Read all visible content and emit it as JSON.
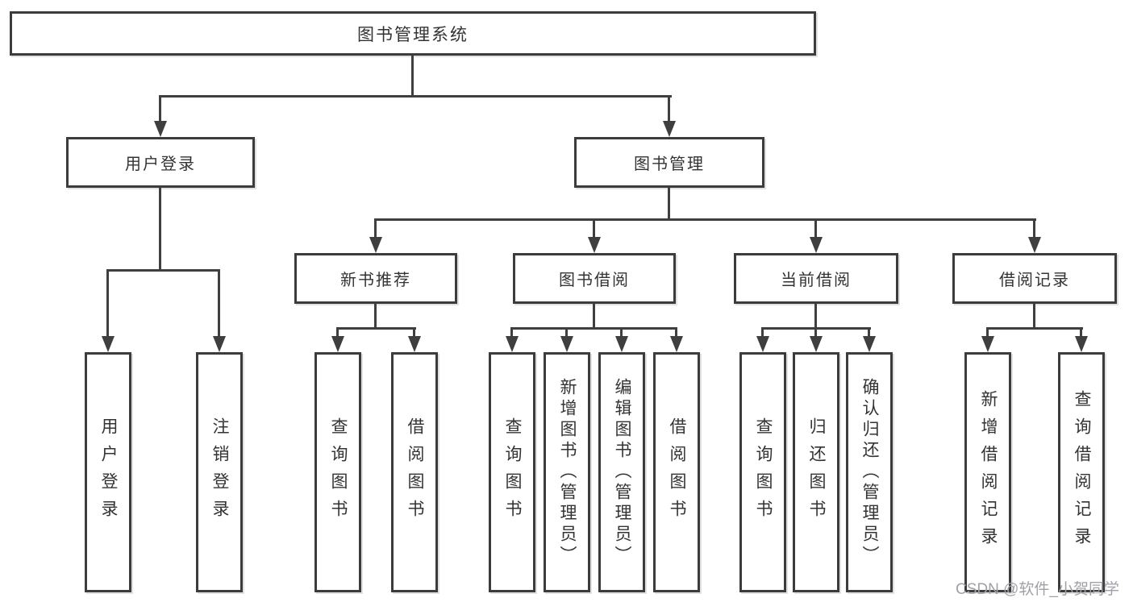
{
  "diagram": {
    "type": "function-structure-tree",
    "colors": {
      "line": "#3f3f3f",
      "border": "#3c3c3c",
      "text": "#333333",
      "watermark": "#a0a1a6",
      "background": "#ffffff"
    }
  },
  "tree": {
    "root": {
      "label": "图书管理系统"
    },
    "branches": [
      {
        "label": "用户登录",
        "children": [
          {
            "label": "用户登录"
          },
          {
            "label": "注销登录"
          }
        ]
      },
      {
        "label": "图书管理",
        "children": [
          {
            "label": "新书推荐",
            "children": [
              {
                "label": "查询图书"
              },
              {
                "label": "借阅图书"
              }
            ]
          },
          {
            "label": "图书借阅",
            "children": [
              {
                "label": "查询图书"
              },
              {
                "label": "新增图书（管理员）"
              },
              {
                "label": "编辑图书（管理员）"
              },
              {
                "label": "借阅图书"
              }
            ]
          },
          {
            "label": "当前借阅",
            "children": [
              {
                "label": "查询图书"
              },
              {
                "label": "归还图书"
              },
              {
                "label": "确认归还（管理员）"
              }
            ]
          },
          {
            "label": "借阅记录",
            "children": [
              {
                "label": "新增借阅记录"
              },
              {
                "label": "查询借阅记录"
              }
            ]
          }
        ]
      }
    ]
  },
  "watermark": "CSDN @软件_小贺同学"
}
